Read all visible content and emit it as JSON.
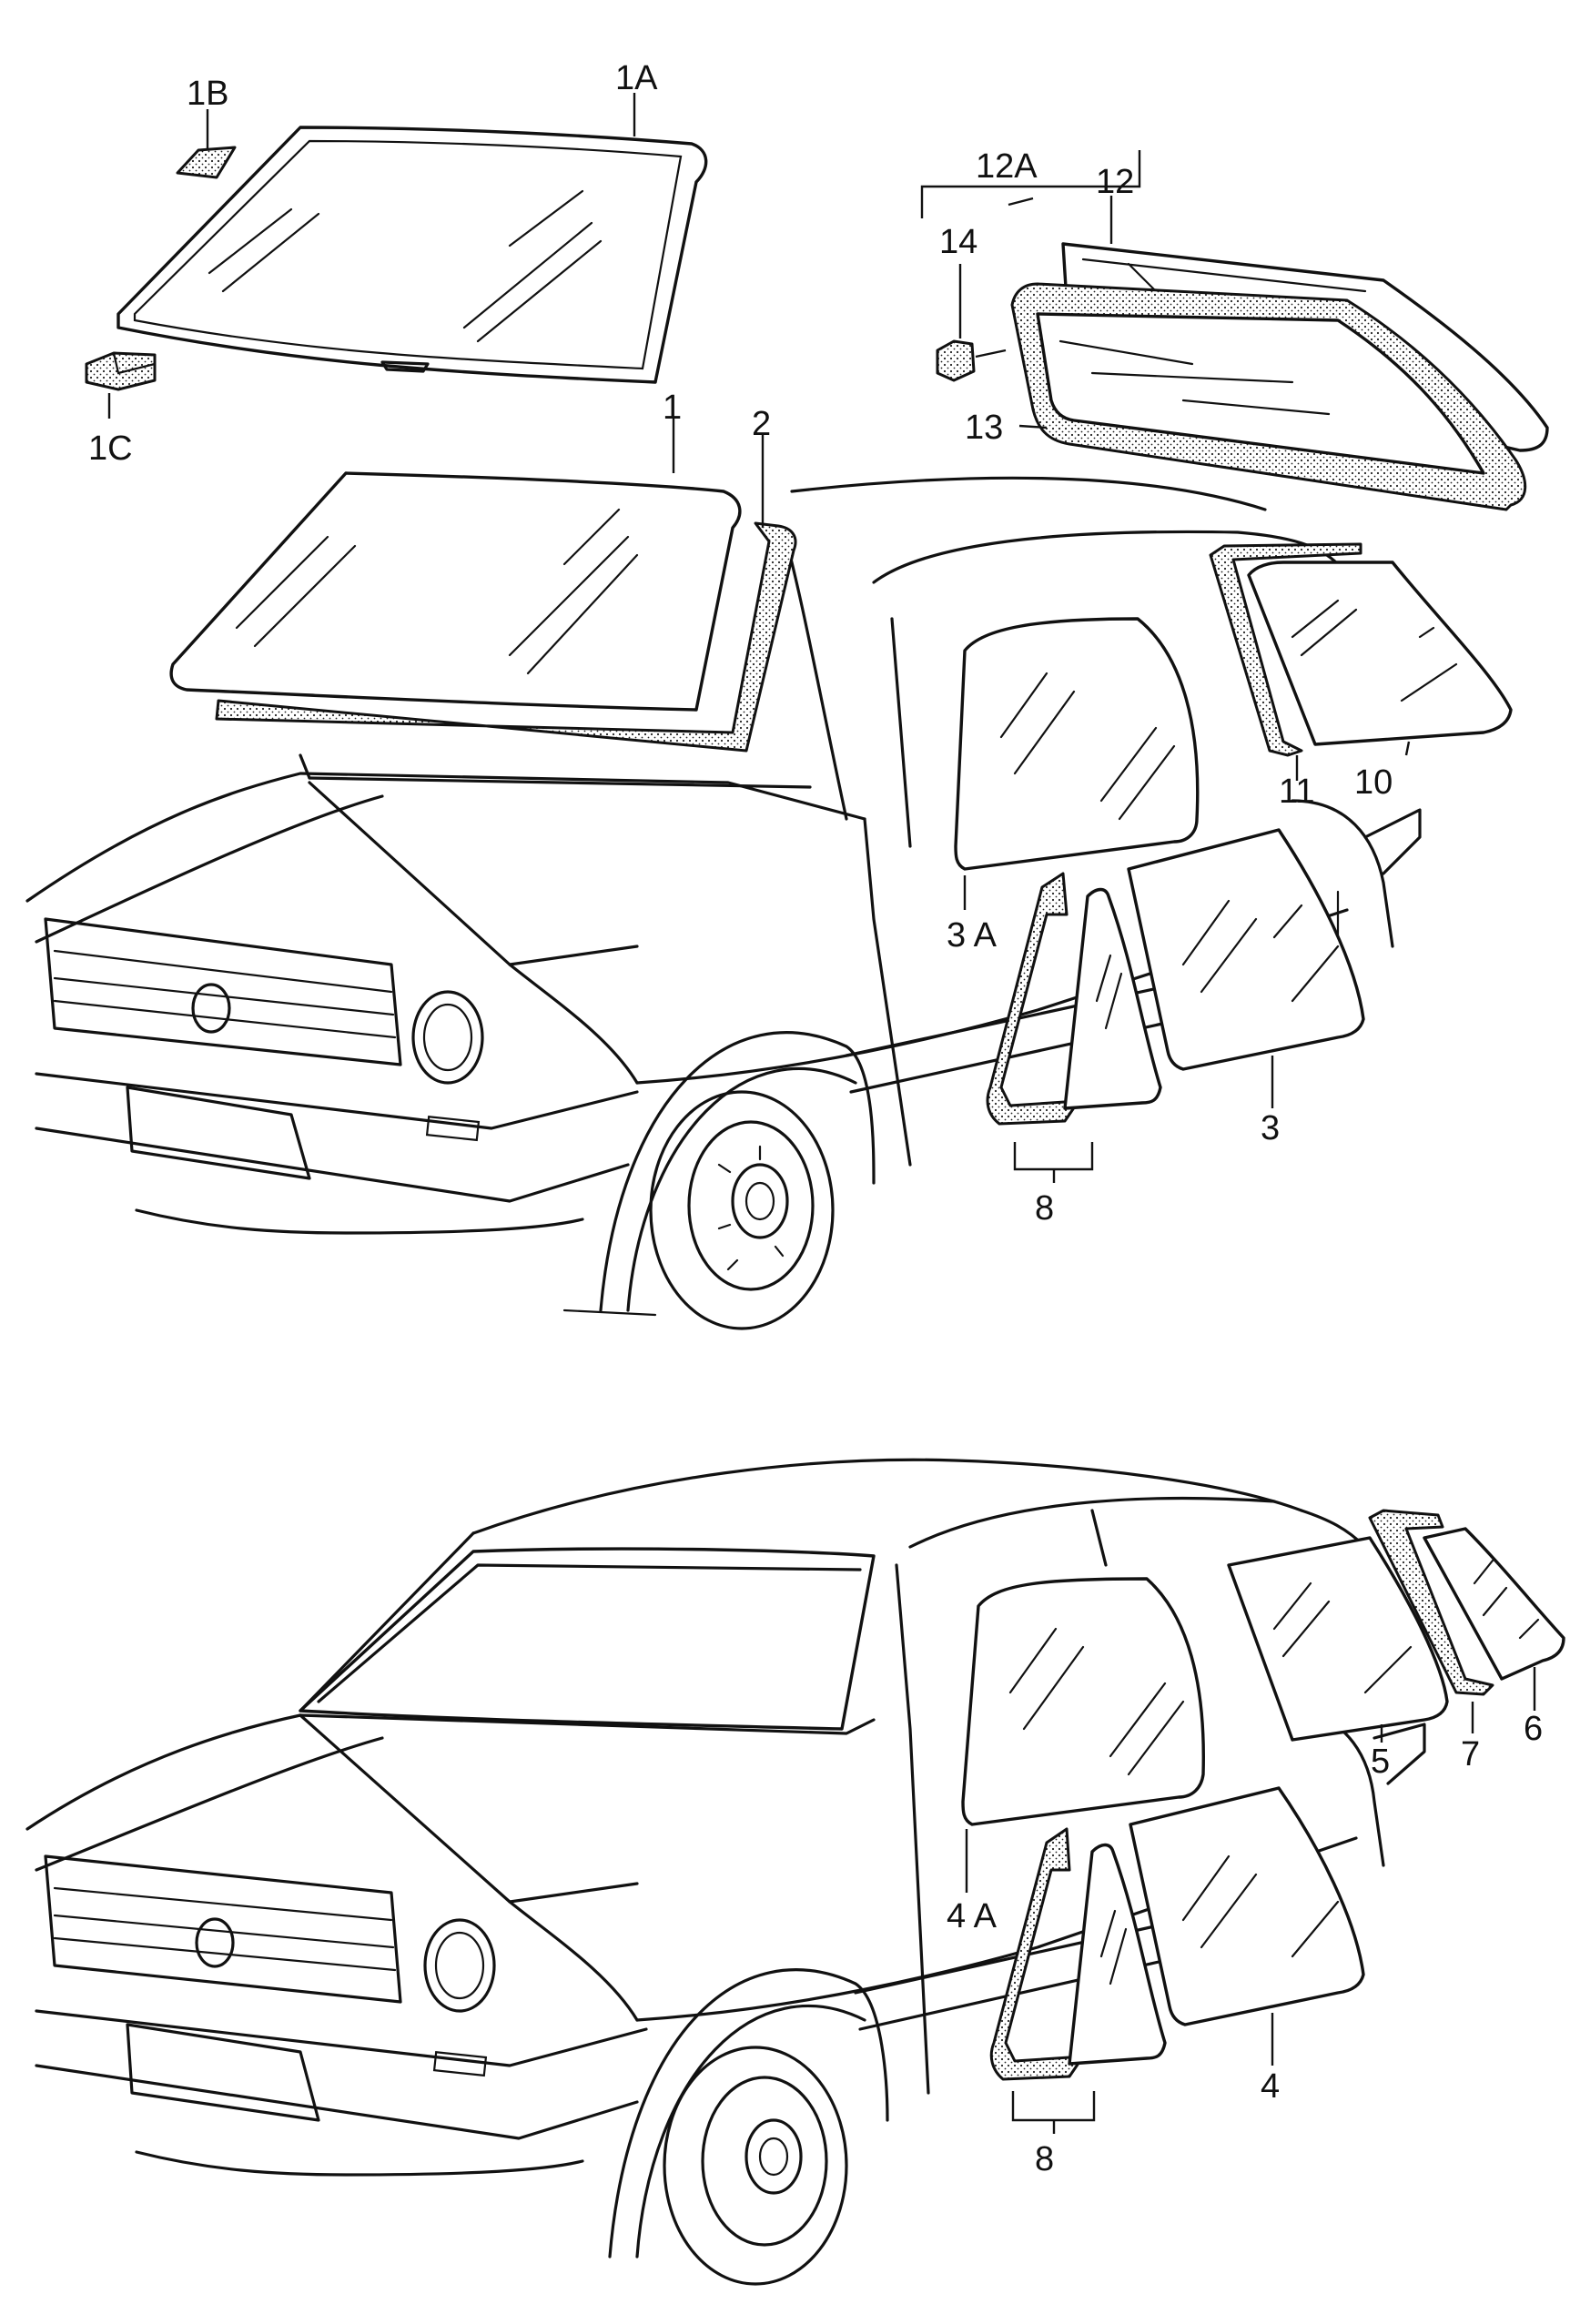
{
  "labels": {
    "l_1A": "1A",
    "l_1B": "1B",
    "l_1C": "1C",
    "l_1": "1",
    "l_2": "2",
    "l_12A": "12A",
    "l_12": "12",
    "l_14": "14",
    "l_13": "13",
    "l_11": "11",
    "l_10": "10",
    "l_3A": "3 A",
    "l_3": "3",
    "l_8_top": "8",
    "l_4A": "4 A",
    "l_4": "4",
    "l_5": "5",
    "l_7": "7",
    "l_6": "6",
    "l_8_bottom": "8"
  },
  "colors": {
    "line": "#111111",
    "background": "#ffffff"
  }
}
